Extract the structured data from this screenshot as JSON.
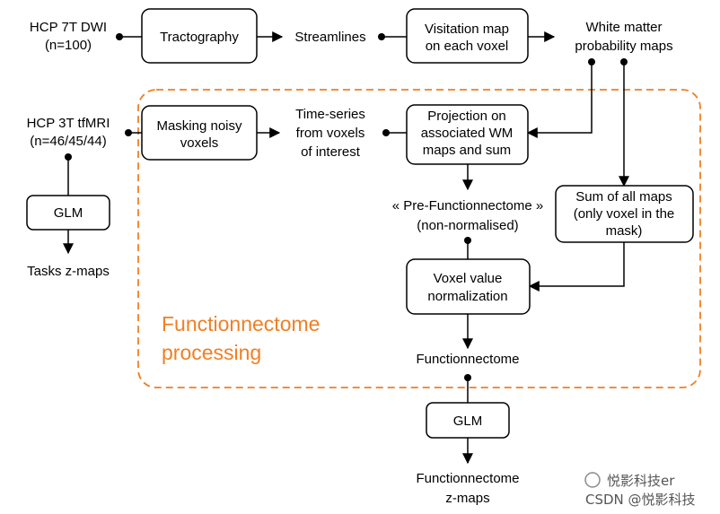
{
  "inputs": {
    "dwi": [
      "HCP 7T DWI",
      "(n=100)"
    ],
    "tfmri": [
      "HCP 3T tfMRI",
      "(n=46/45/44)"
    ]
  },
  "boxes": {
    "tractography": [
      "Tractography"
    ],
    "visitation": [
      "Visitation map",
      "on each voxel"
    ],
    "masking": [
      "Masking noisy",
      "voxels"
    ],
    "projection": [
      "Projection on",
      "associated WM",
      "maps and sum"
    ],
    "sum_maps": [
      "Sum of all maps",
      "(only voxel in the",
      "mask)"
    ],
    "voxel_norm": [
      "Voxel value",
      "normalization"
    ],
    "glm_left": [
      "GLM"
    ],
    "glm_bottom": [
      "GLM"
    ]
  },
  "labels": {
    "streamlines": [
      "Streamlines"
    ],
    "wm_maps": [
      "White matter",
      "probability maps"
    ],
    "time_series": [
      "Time-series",
      "from voxels",
      "of interest"
    ],
    "pre_functionnectome": [
      "« Pre-Functionnectome »",
      "(non-normalised)"
    ],
    "functionnectome": [
      "Functionnectome"
    ],
    "tasks_zmaps": [
      "Tasks z-maps"
    ],
    "functionnectome_zmaps": [
      "Functionnectome",
      "z-maps"
    ]
  },
  "region": {
    "title": [
      "Functionnectome",
      "processing"
    ]
  },
  "watermark": {
    "line1": "悦影科技er",
    "line2": "CSDN @悦影科技"
  },
  "colors": {
    "accent": "#f07f22",
    "ink": "#000000"
  }
}
